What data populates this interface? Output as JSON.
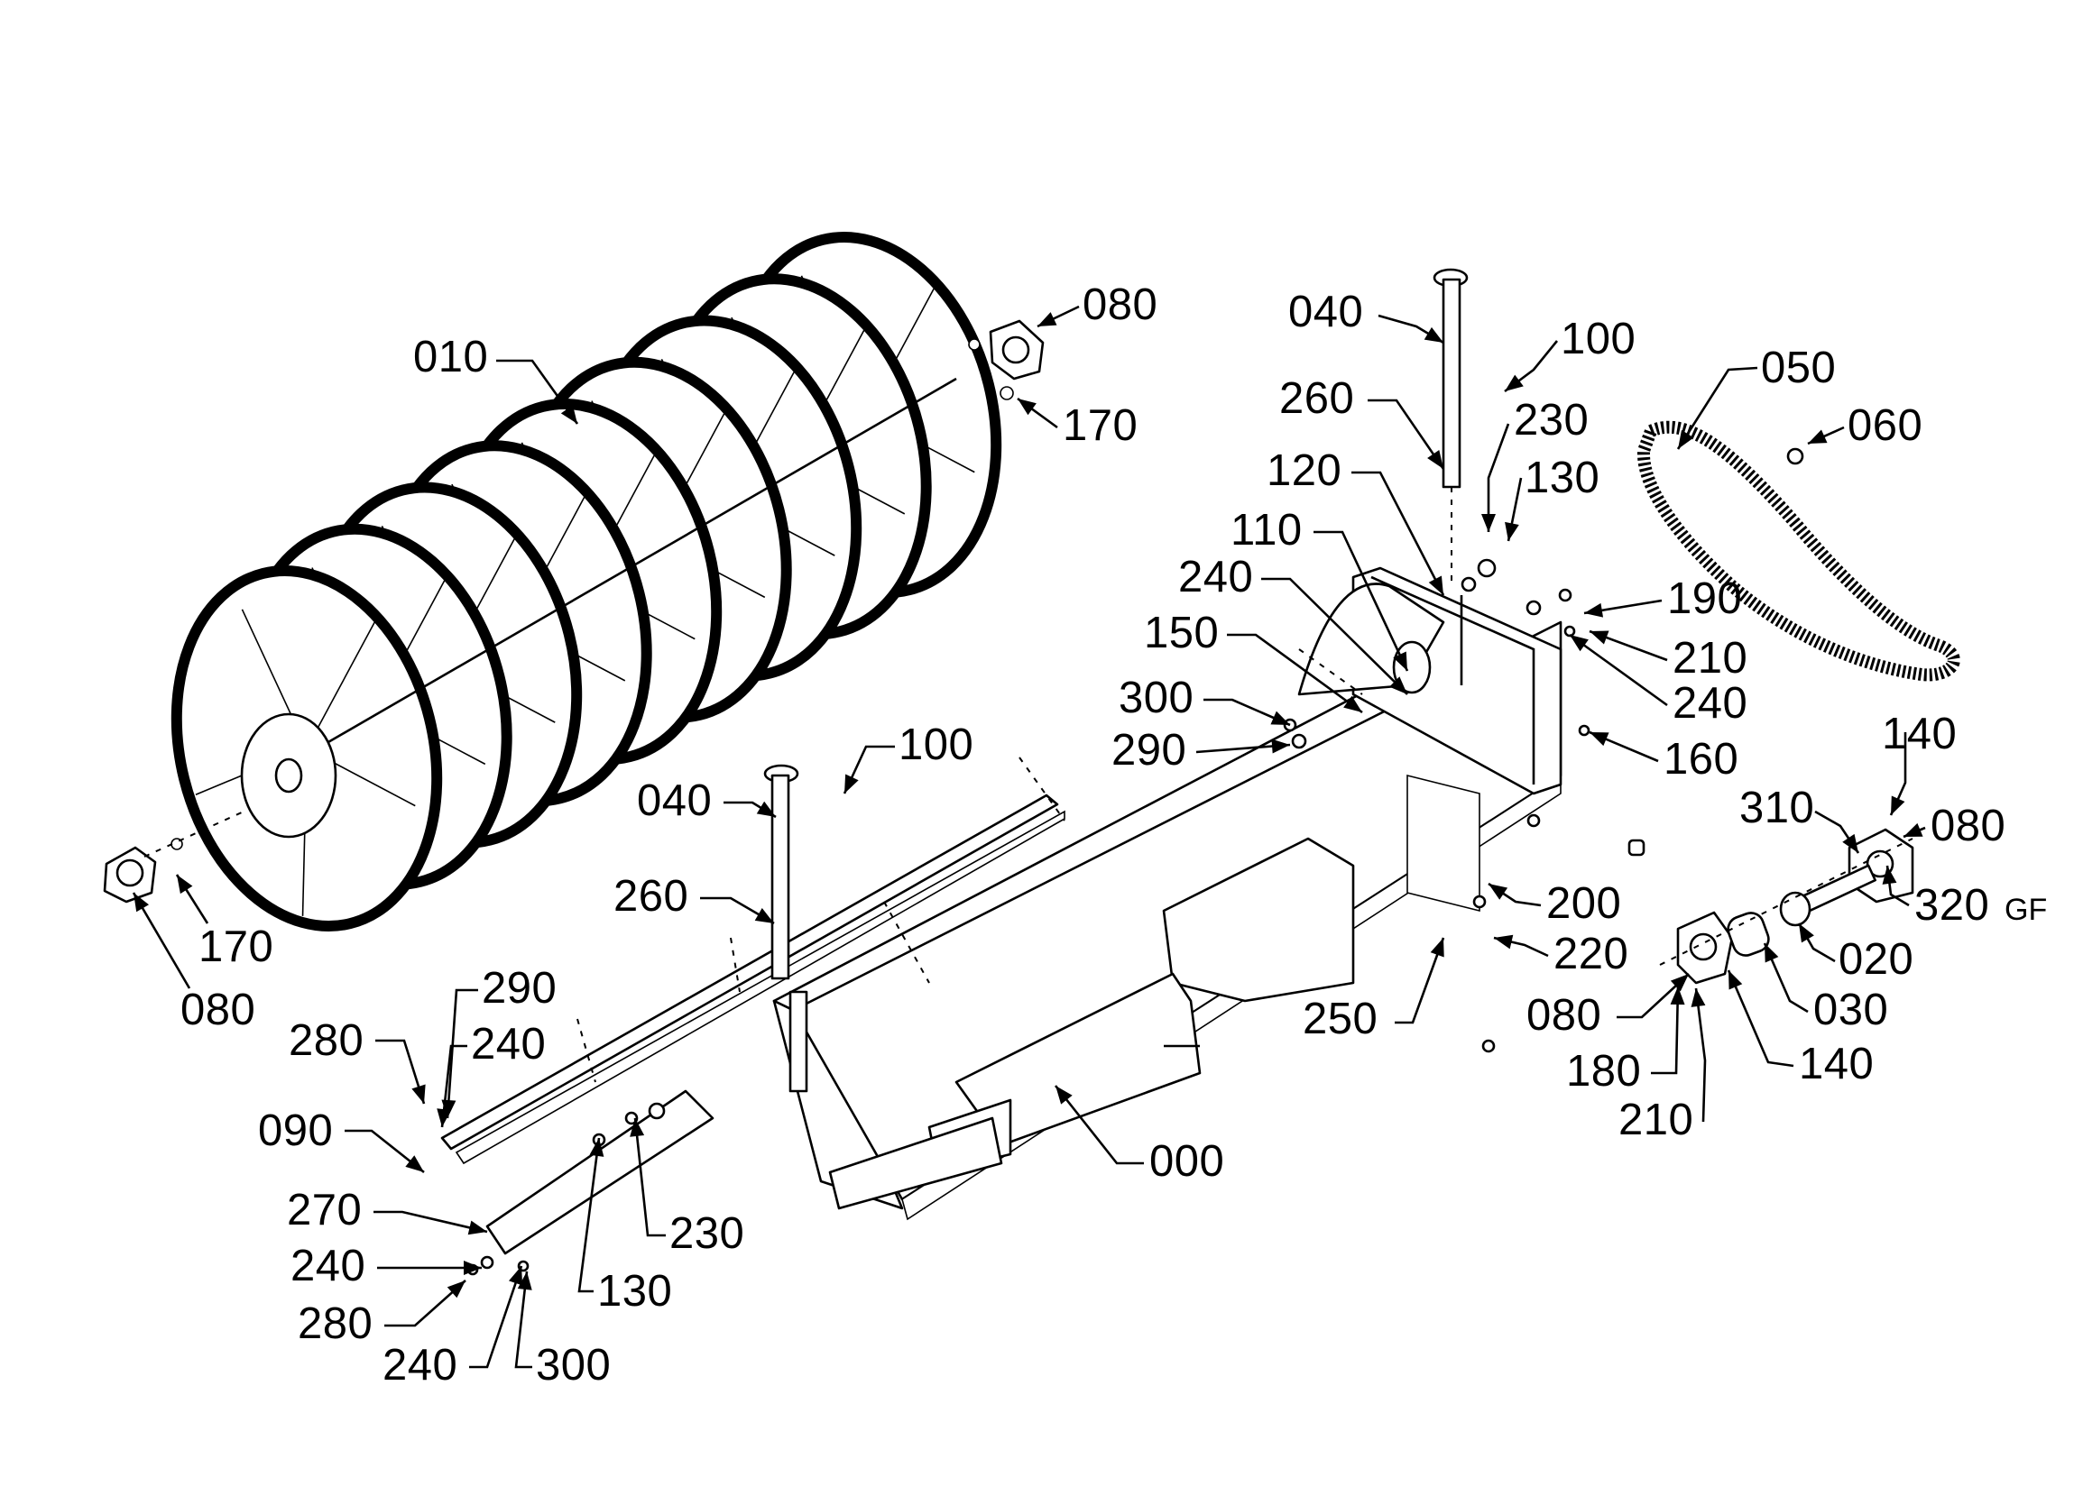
{
  "callouts": [
    {
      "id": "c-010",
      "text": "010"
    },
    {
      "id": "c-080-top",
      "text": "080"
    },
    {
      "id": "c-170-top",
      "text": "170"
    },
    {
      "id": "c-040-top",
      "text": "040"
    },
    {
      "id": "c-100-top",
      "text": "100"
    },
    {
      "id": "c-260-top",
      "text": "260"
    },
    {
      "id": "c-230-top",
      "text": "230"
    },
    {
      "id": "c-130-top",
      "text": "130"
    },
    {
      "id": "c-120",
      "text": "120"
    },
    {
      "id": "c-110",
      "text": "110"
    },
    {
      "id": "c-240-a",
      "text": "240"
    },
    {
      "id": "c-150",
      "text": "150"
    },
    {
      "id": "c-300-a",
      "text": "300"
    },
    {
      "id": "c-290-a",
      "text": "290"
    },
    {
      "id": "c-050",
      "text": "050"
    },
    {
      "id": "c-060",
      "text": "060"
    },
    {
      "id": "c-190",
      "text": "190"
    },
    {
      "id": "c-210-a",
      "text": "210"
    },
    {
      "id": "c-240-b",
      "text": "240"
    },
    {
      "id": "c-160",
      "text": "160"
    },
    {
      "id": "c-140-a",
      "text": "140"
    },
    {
      "id": "c-310",
      "text": "310"
    },
    {
      "id": "c-080-right",
      "text": "080"
    },
    {
      "id": "c-320",
      "text": "320"
    },
    {
      "id": "c-020",
      "text": "020"
    },
    {
      "id": "c-030",
      "text": "030"
    },
    {
      "id": "c-140-b",
      "text": "140"
    },
    {
      "id": "c-080-rb",
      "text": "080"
    },
    {
      "id": "c-180",
      "text": "180"
    },
    {
      "id": "c-210-b",
      "text": "210"
    },
    {
      "id": "c-200",
      "text": "200"
    },
    {
      "id": "c-220",
      "text": "220"
    },
    {
      "id": "c-250",
      "text": "250"
    },
    {
      "id": "c-000",
      "text": "000"
    },
    {
      "id": "c-040-mid",
      "text": "040"
    },
    {
      "id": "c-100-mid",
      "text": "100"
    },
    {
      "id": "c-260-mid",
      "text": "260"
    },
    {
      "id": "c-170-left",
      "text": "170"
    },
    {
      "id": "c-080-left",
      "text": "080"
    },
    {
      "id": "c-290-b",
      "text": "290"
    },
    {
      "id": "c-280-a",
      "text": "280"
    },
    {
      "id": "c-240-c",
      "text": "240"
    },
    {
      "id": "c-090",
      "text": "090"
    },
    {
      "id": "c-270",
      "text": "270"
    },
    {
      "id": "c-240-d",
      "text": "240"
    },
    {
      "id": "c-280-b",
      "text": "280"
    },
    {
      "id": "c-240-e",
      "text": "240"
    },
    {
      "id": "c-300-b",
      "text": "300"
    },
    {
      "id": "c-130-b",
      "text": "130"
    },
    {
      "id": "c-230-b",
      "text": "230"
    }
  ],
  "suffix": {
    "gf": "GF"
  }
}
